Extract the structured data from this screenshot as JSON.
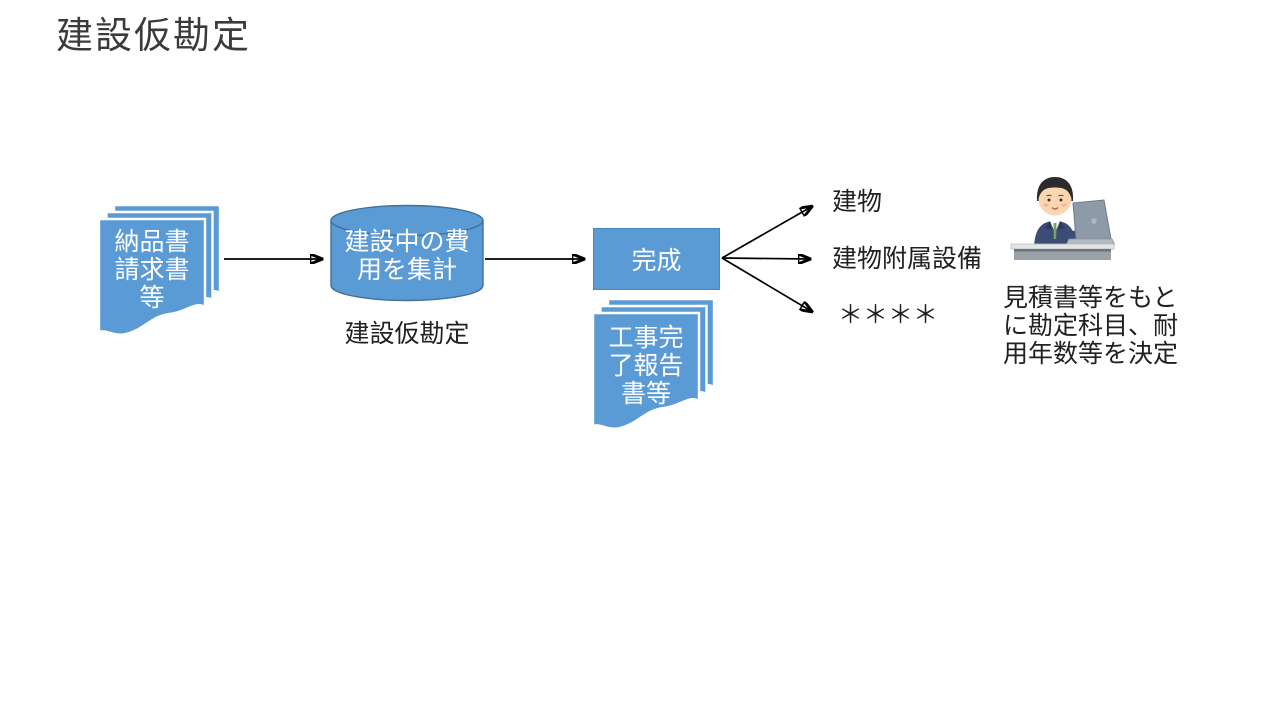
{
  "slide": {
    "title": "建設仮勘定"
  },
  "flow": {
    "input_documents": {
      "lines": [
        "納品書",
        "請求書",
        "等"
      ]
    },
    "aggregation": {
      "lines": [
        "建設中の費",
        "用を集計"
      ],
      "caption": "建設仮勘定"
    },
    "completion": {
      "label": "完成"
    },
    "report_documents": {
      "lines": [
        "工事完",
        "了報告",
        "書等"
      ]
    },
    "outputs": {
      "building": "建物",
      "attached": "建物附属設備",
      "other": "＊＊＊＊"
    },
    "note_lines": [
      "見積書等をもと",
      "に勘定科目、耐",
      "用年数等を決定"
    ]
  },
  "illustration": {
    "name": "person-at-computer"
  },
  "colors": {
    "shape_fill": "#5B9BD5",
    "shape_border": "#41719C",
    "box_border": "#4A86C0",
    "arrow": "#000000",
    "title_text": "#3B3B3B",
    "body_text": "#212121",
    "shape_text": "#FFFFFF"
  }
}
